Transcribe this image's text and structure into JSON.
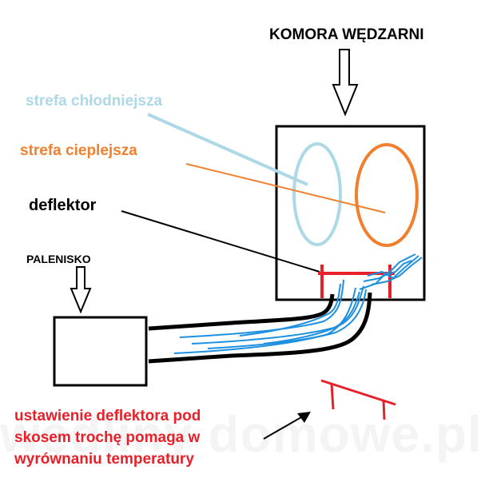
{
  "labels": {
    "chamber": "KOMORA WĘDZARNI",
    "cool_zone": "strefa chłodniejsza",
    "warm_zone": "strefa cieplejsza",
    "deflector": "deflektor",
    "firebox": "PALENISKO",
    "note_line1": "ustawienie deflektora pod",
    "note_line2": "skosem trochę pomaga w",
    "note_line3": "wyrównaniu temperatury"
  },
  "watermark": "wędliny domowe.pl",
  "colors": {
    "black": "#000000",
    "red": "#e8202a",
    "cool": "#add8e6",
    "warm": "#f07f2e",
    "flow": "#1e90e0",
    "watermark": "#f4f4f4"
  }
}
